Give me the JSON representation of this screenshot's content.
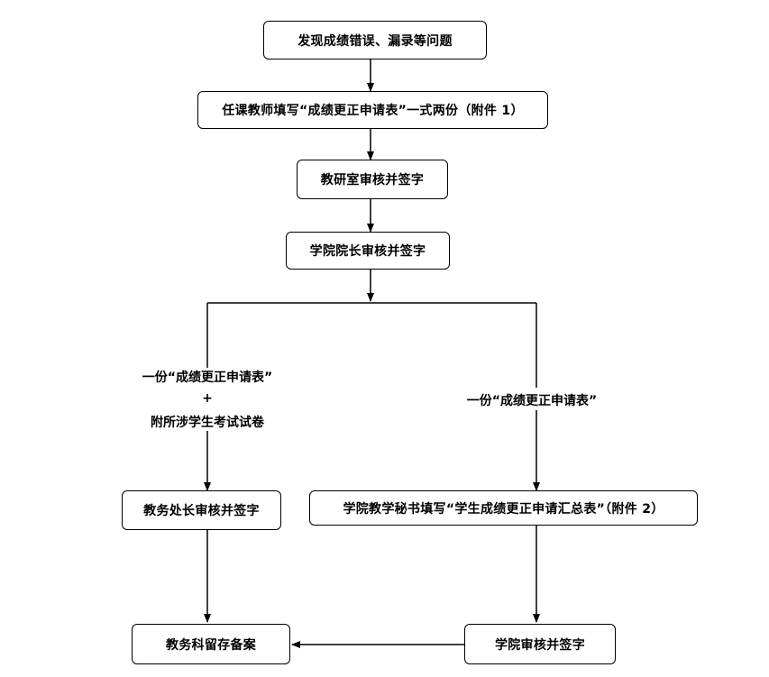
{
  "nodes": {
    "discover": "发现成绩错误、漏录等问题",
    "teacher_fill": "任课教师填写“成绩更正申请表”一式两份（附件 1）",
    "dept_review": "教研室审核并签字",
    "dean_review": "学院院长审核并签字",
    "academic_affairs_review": "教务处长审核并签字",
    "secretary_fill": "学院教学秘书填写“学生成绩更正申请汇总表”（附件 2）",
    "college_review": "学院审核并签字",
    "archive": "教务科留存备案"
  },
  "branch_labels": {
    "left_line1": "一份“成绩更正申请表”",
    "left_plus": "+",
    "left_line2": "附所涉学生考试试卷",
    "right": "一份“成绩更正申请表”"
  }
}
